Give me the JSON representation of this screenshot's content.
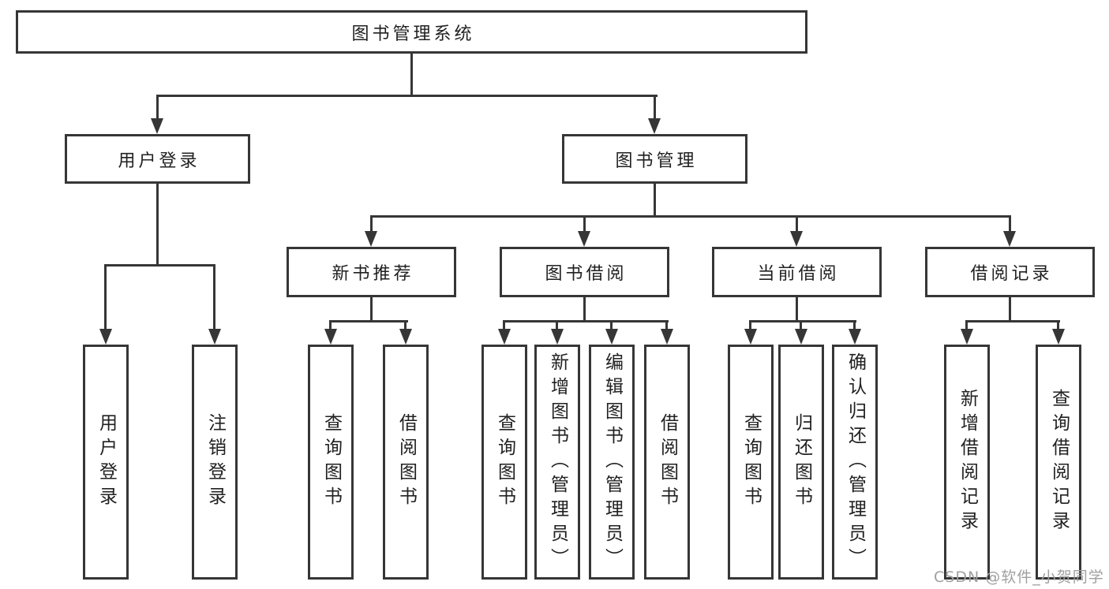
{
  "tree": {
    "root": {
      "label": "图书管理系统"
    },
    "branches": {
      "user_login": {
        "label": "用户登录",
        "leaves": {
          "login": "用户登录",
          "logout": "注销登录"
        }
      },
      "book_management": {
        "label": "图书管理",
        "sections": {
          "new_book_recommend": {
            "label": "新书推荐",
            "leaves": {
              "query_book": "查询图书",
              "borrow_book": "借阅图书"
            }
          },
          "book_borrow": {
            "label": "图书借阅",
            "leaves": {
              "query_book": "查询图书",
              "add_book": "新增图书（管理员）",
              "edit_book": "编辑图书（管理员）",
              "borrow_book": "借阅图书"
            }
          },
          "current_borrow": {
            "label": "当前借阅",
            "leaves": {
              "query_book": "查询图书",
              "return_book": "归还图书",
              "confirm_return": "确认归还（管理员）"
            }
          },
          "borrow_record": {
            "label": "借阅记录",
            "leaves": {
              "add_record": "新增借阅记录",
              "query_record": "查询借阅记录"
            }
          }
        }
      }
    }
  },
  "watermark": {
    "text": "CSDN @软件_小贺同学"
  },
  "colors": {
    "line": "#363636",
    "text": "#212121",
    "watermark": "#a0a0a0",
    "background": "#ffffff"
  }
}
